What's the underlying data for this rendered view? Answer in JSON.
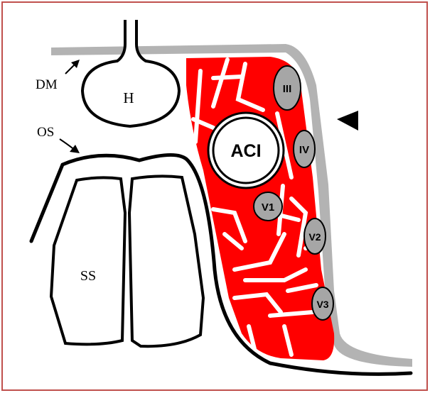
{
  "diagram": {
    "labels": {
      "dm": "DM",
      "h": "H",
      "os": "OS",
      "ss": "SS",
      "aci": "ACI"
    },
    "nerves": [
      "III",
      "IV",
      "V1",
      "V2",
      "V3"
    ],
    "colors": {
      "frame": "#c0504d",
      "dura": "#b3b3b3",
      "sinus_tissue": "#ff0000",
      "nerve_fill": "#a6a6a6",
      "outline": "#000000",
      "background": "#ffffff"
    }
  }
}
